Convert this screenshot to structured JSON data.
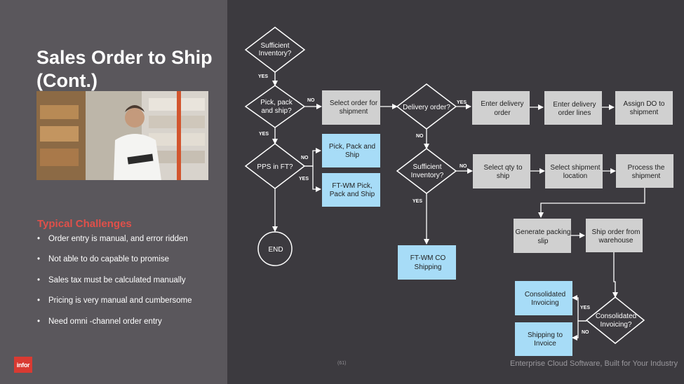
{
  "title": "Sales Order to Ship\n(Cont.)",
  "challenges": {
    "heading": "Typical Challenges",
    "items": [
      "Order entry is manual, and error ridden",
      "Not able to do capable to promise",
      "Sales tax must be calculated manually",
      "Pricing is very manual and cumbersome",
      "Need omni -channel order entry"
    ],
    "bullet": "•"
  },
  "logo": "infor",
  "page_number": "(61)",
  "footer": "Enterprise Cloud Software, Built for Your Industry",
  "colors": {
    "accent": "#e0504a",
    "gray_box": "#d0d0d0",
    "blue_box": "#a7dcf7",
    "background": "#3c3a3f",
    "panel": "#5a575c"
  },
  "flow": {
    "nodes": {
      "sufficient_inventory_1": [
        "Sufficient",
        "Inventory?"
      ],
      "pick_pack_ship": [
        "Pick, pack",
        "and ship?"
      ],
      "pps_in_ft": [
        "PPS in FT?"
      ],
      "end": [
        "END"
      ],
      "select_order_for_shipment": [
        "Select order for",
        "shipment"
      ],
      "pick_pack_and_ship": [
        "Pick, Pack and",
        "Ship"
      ],
      "ft_wm_pick": [
        "FT-WM Pick,",
        "Pack and Ship"
      ],
      "delivery_order": [
        "Delivery order?"
      ],
      "sufficient_inventory_2": [
        "Sufficient",
        "Inventory?"
      ],
      "ft_wm_co_shipping": [
        "FT-WM CO",
        "Shipping"
      ],
      "enter_delivery_order": [
        "Enter delivery",
        "order"
      ],
      "enter_delivery_order_lines": [
        "Enter delivery",
        "order lines"
      ],
      "assign_do": [
        "Assign DO to",
        "shipment"
      ],
      "select_qty": [
        "Select qty to",
        "ship"
      ],
      "select_shipment_location": [
        "Select shipment",
        "location"
      ],
      "process_shipment": [
        "Process the",
        "shipment"
      ],
      "generate_packing_slip": [
        "Generate packing",
        "slip"
      ],
      "ship_order": [
        "Ship order from",
        "warehouse"
      ],
      "consolidated_invoicing_q": [
        "Consolidated",
        "Invoicing?"
      ],
      "consolidated_invoicing": [
        "Consolidated",
        "Invoicing"
      ],
      "shipping_to_invoice": [
        "Shipping to",
        "Invoice"
      ]
    },
    "labels": {
      "yes": "YES",
      "no": "NO"
    }
  }
}
